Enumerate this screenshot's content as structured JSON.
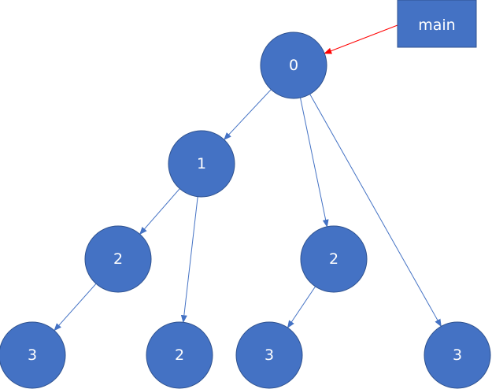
{
  "colors": {
    "node_fill": "#4472c4",
    "edge": "#4472c4",
    "main_edge": "#ff0000",
    "label": "#ffffff"
  },
  "main_box": {
    "label": "main"
  },
  "nodes": [
    {
      "id": "n0",
      "label": "0"
    },
    {
      "id": "n1",
      "label": "1"
    },
    {
      "id": "n2a",
      "label": "2"
    },
    {
      "id": "n2b",
      "label": "2"
    },
    {
      "id": "n3a",
      "label": "3"
    },
    {
      "id": "n2c",
      "label": "2"
    },
    {
      "id": "n3b",
      "label": "3"
    },
    {
      "id": "n3c",
      "label": "3"
    }
  ],
  "edges": [
    {
      "from": "main",
      "to": "n0",
      "color": "red"
    },
    {
      "from": "n0",
      "to": "n1"
    },
    {
      "from": "n0",
      "to": "n2b"
    },
    {
      "from": "n0",
      "to": "n3c"
    },
    {
      "from": "n1",
      "to": "n2a"
    },
    {
      "from": "n1",
      "to": "n2c"
    },
    {
      "from": "n2a",
      "to": "n3a"
    },
    {
      "from": "n2b",
      "to": "n3b"
    }
  ]
}
